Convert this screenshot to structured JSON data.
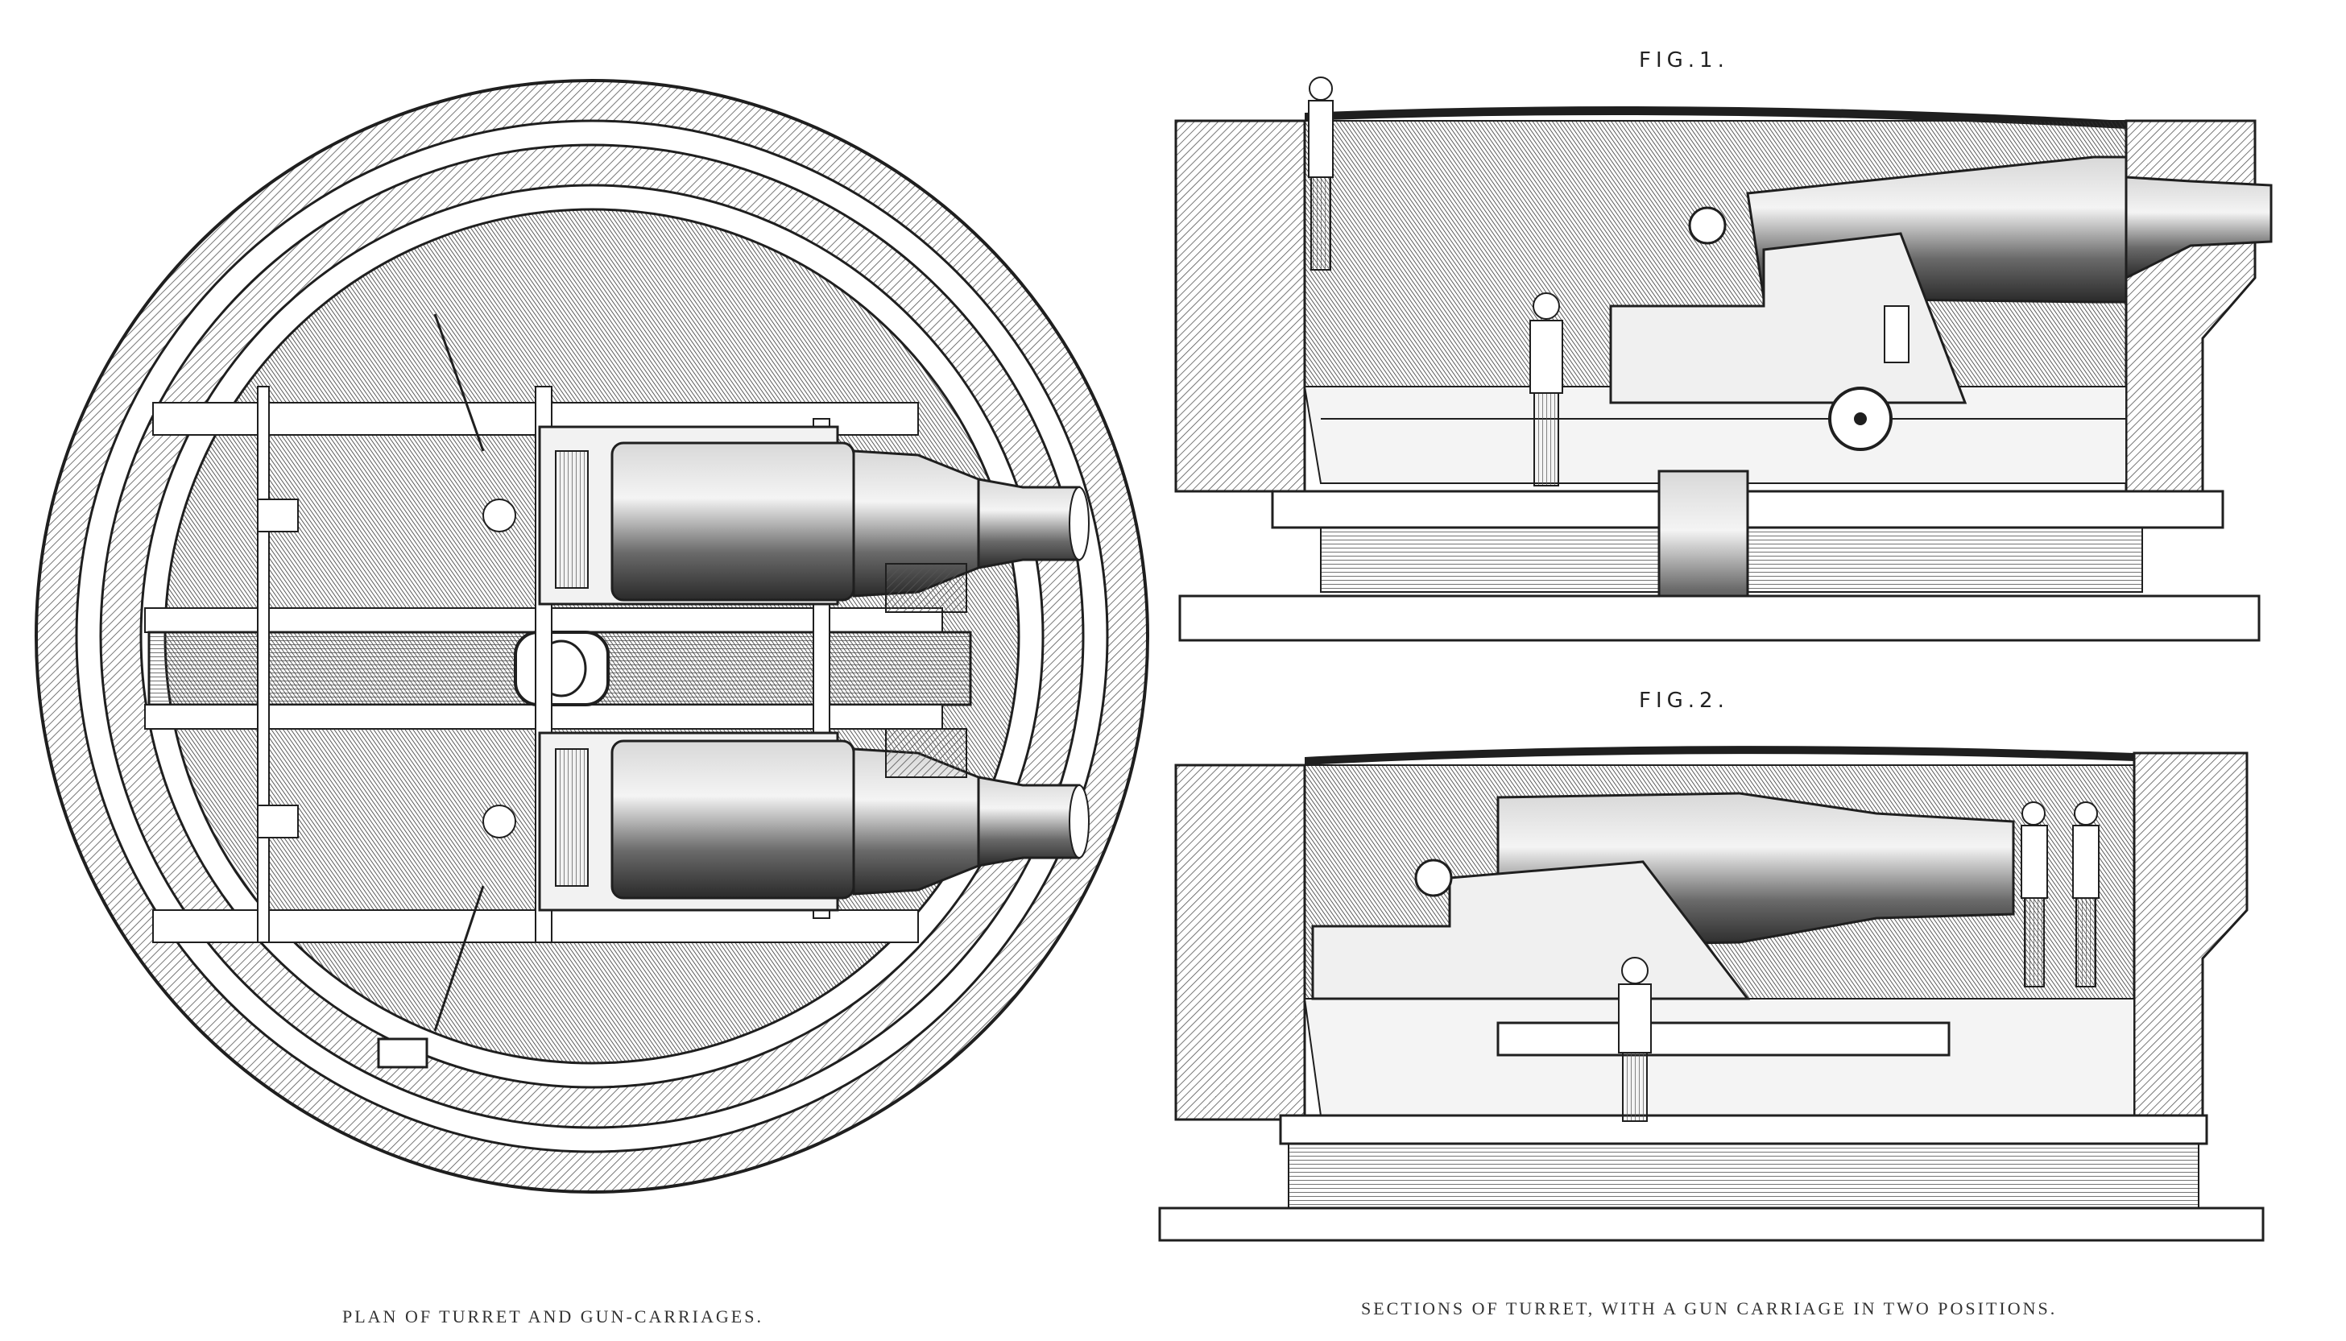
{
  "captions": {
    "left": "PLAN OF TURRET AND GUN-CARRIAGES.",
    "right": "SECTIONS OF TURRET, WITH A GUN CARRIAGE IN TWO POSITIONS."
  },
  "figures": {
    "fig1_label": "FIG.1.",
    "fig2_label": "FIG.2."
  },
  "colors": {
    "ink": "#1f1f1f",
    "paper": "#ffffff",
    "hatch": "#555555"
  }
}
